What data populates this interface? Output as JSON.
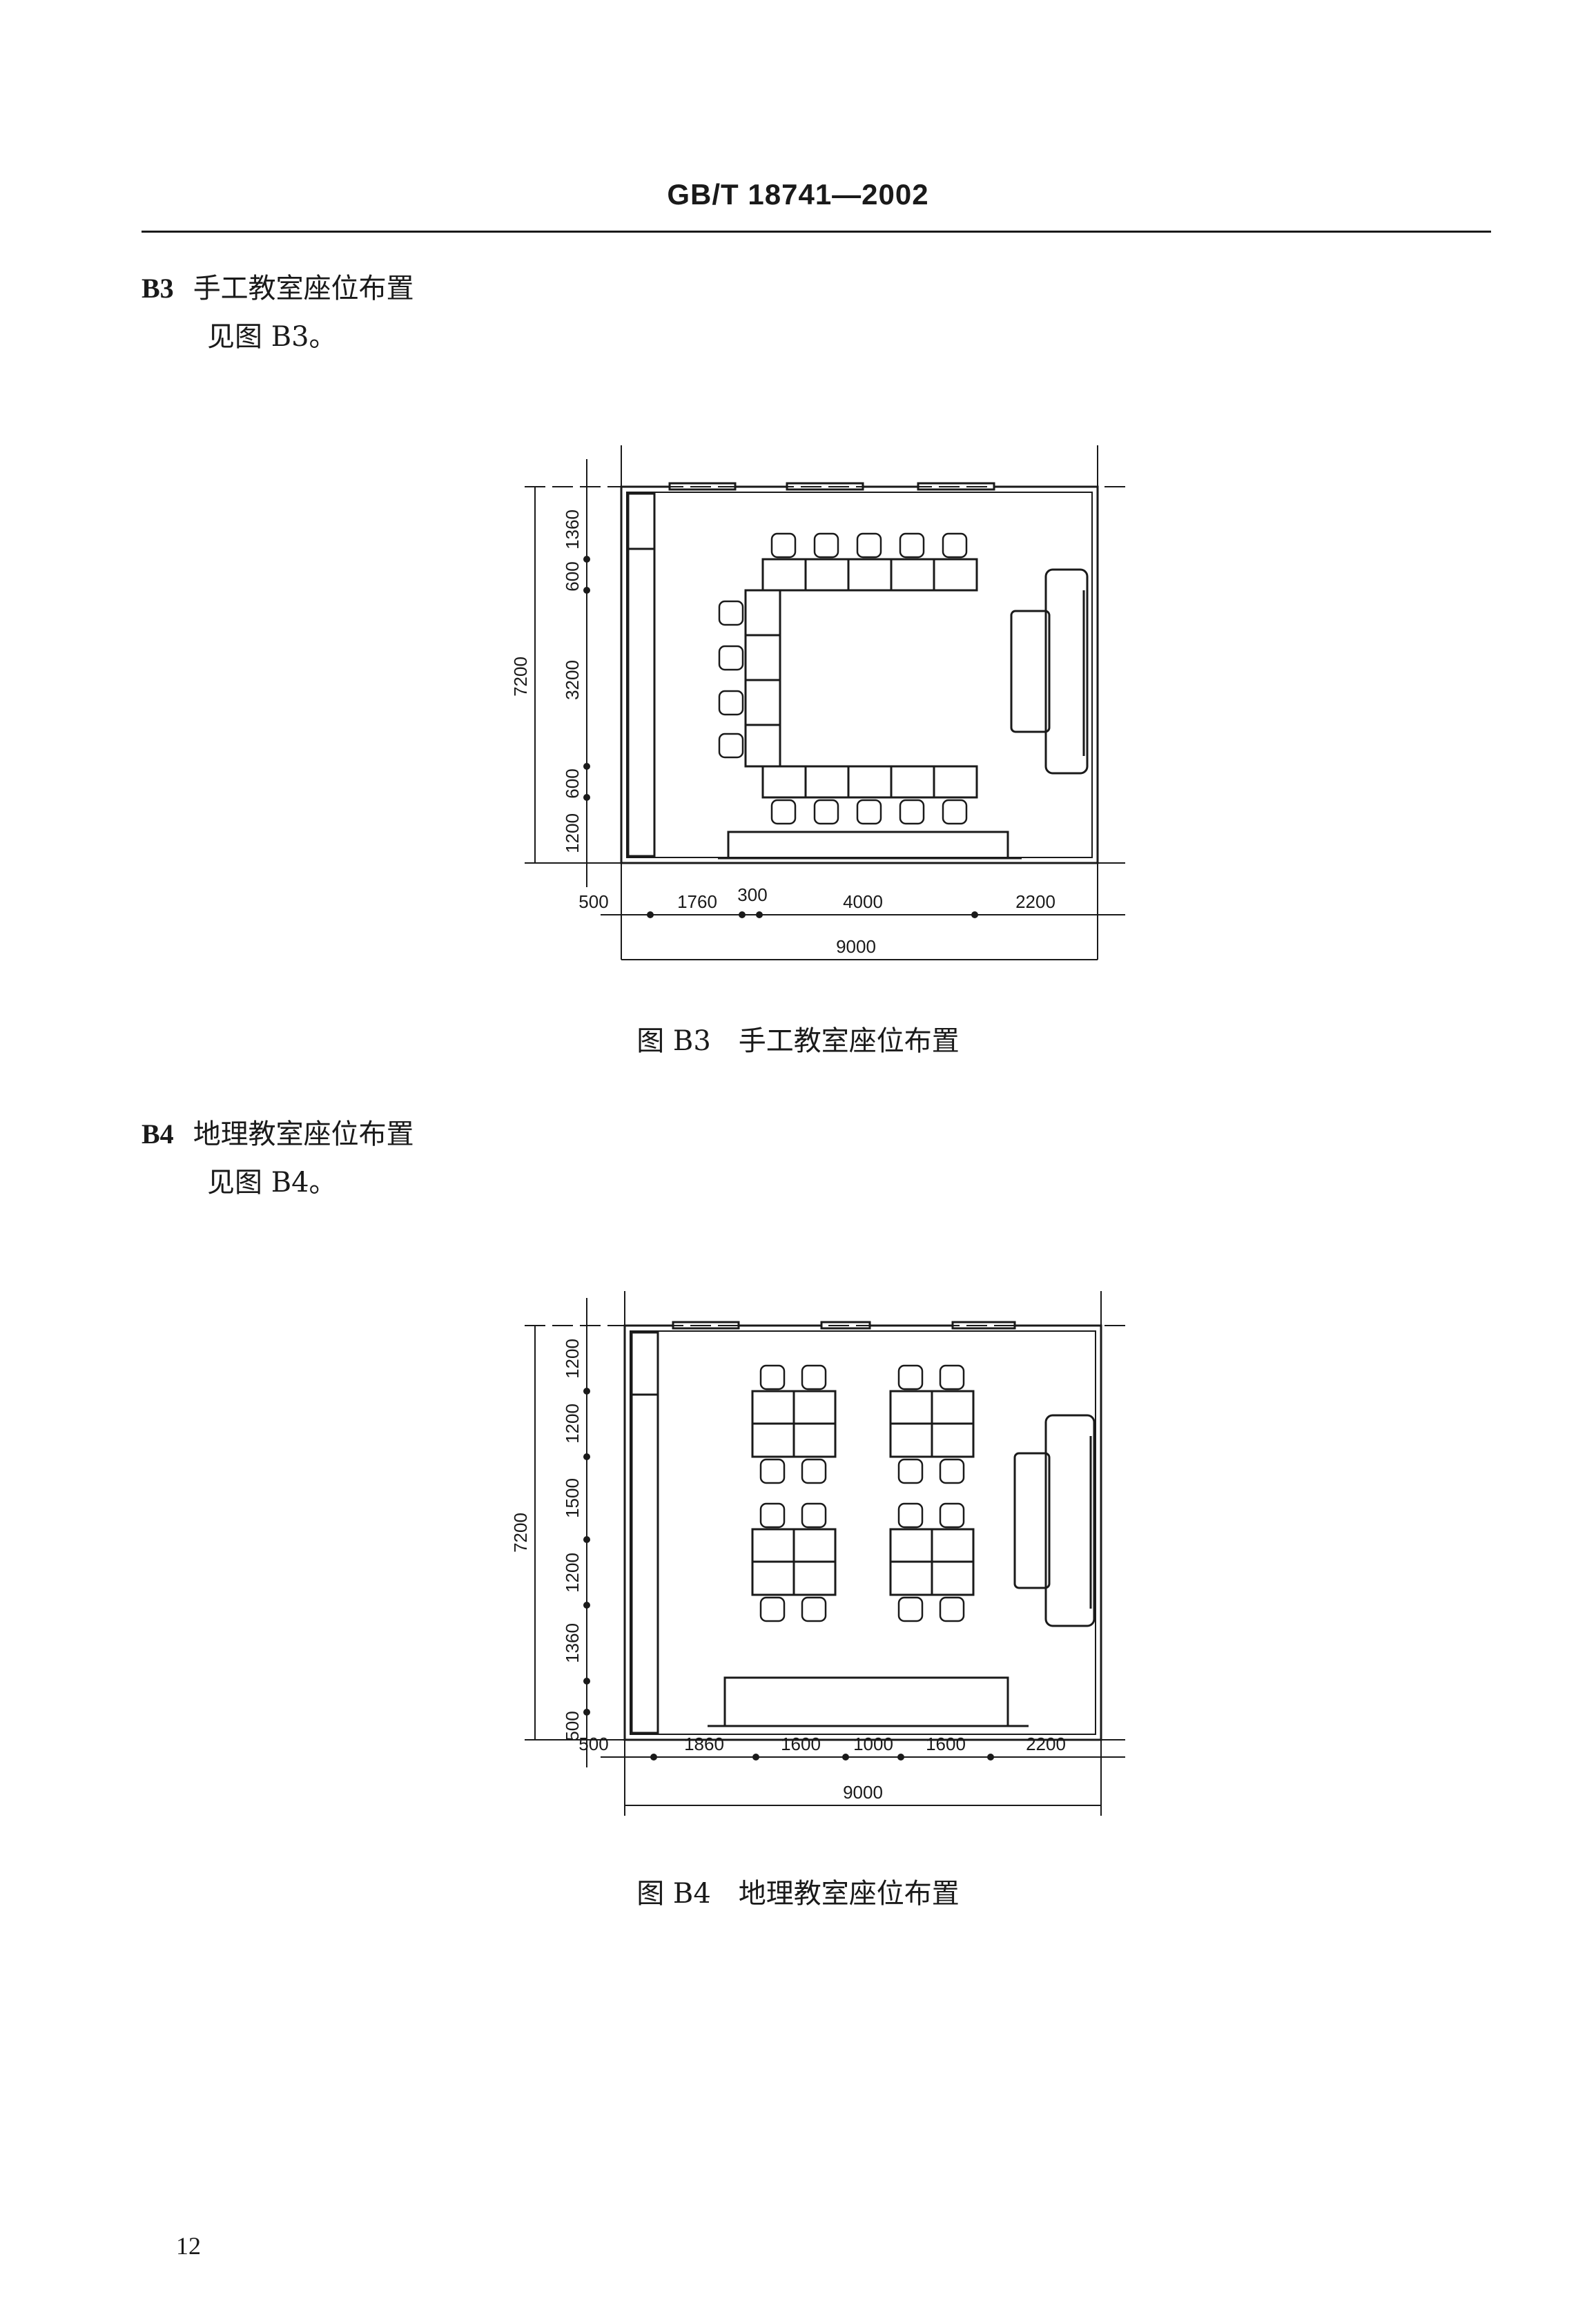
{
  "header": {
    "standard_code": "GB/T 18741—2002"
  },
  "sections": [
    {
      "number": "B3",
      "title": "手工教室座位布置",
      "body": "见图 B3。",
      "figure": {
        "caption": "图 B3　手工教室座位布置",
        "left_dims": [
          "1360",
          "600",
          "3200",
          "600",
          "1200"
        ],
        "total_height": "7200",
        "bottom_dims": [
          "500",
          "1760",
          "300",
          "4000",
          "2200"
        ],
        "total_width": "9000"
      }
    },
    {
      "number": "B4",
      "title": "地理教室座位布置",
      "body": "见图 B4。",
      "figure": {
        "caption": "图 B4　地理教室座位布置",
        "left_dims": [
          "1200",
          "1200",
          "1500",
          "1200",
          "1360",
          "500"
        ],
        "total_height": "7200",
        "bottom_dims": [
          "500",
          "1860",
          "1600",
          "1000",
          "1600",
          "2200"
        ],
        "total_width": "9000"
      }
    }
  ],
  "footer": {
    "page_number": "12"
  }
}
